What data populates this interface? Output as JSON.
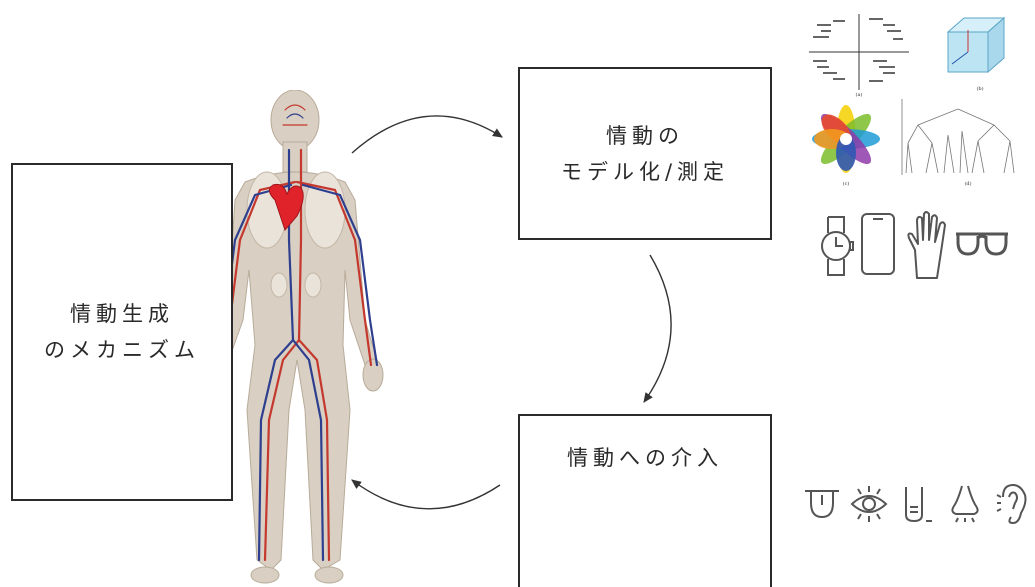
{
  "mechanism": {
    "line1": "情動生成",
    "line2": "のメカニズム"
  },
  "model": {
    "line1": "情動の",
    "line2": "モデル化/測定"
  },
  "intervention": {
    "label": "情動への介入"
  },
  "device_icons": [
    "watch-icon",
    "smartphone-icon",
    "hand-icon",
    "glasses-icon"
  ],
  "sense_icons": [
    "tongue-icon",
    "eye-icon",
    "test-tube-icon",
    "nose-icon",
    "ear-icon"
  ],
  "figure_labels": {
    "a": "(a)",
    "b": "(b)",
    "c": "(c)",
    "d": "(d)"
  }
}
